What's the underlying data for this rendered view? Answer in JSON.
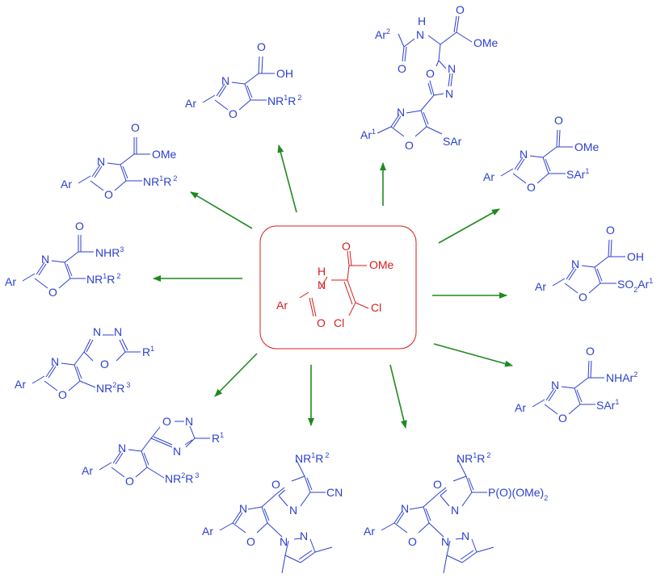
{
  "colors": {
    "product": "#2b3fd0",
    "center": "#d41c1c",
    "arrow": "#1f8a1f",
    "box": "#d41c1c"
  },
  "center": {
    "ar": "Ar",
    "n": "N",
    "h": "H",
    "o1": "O",
    "o2": "O",
    "ome": "OMe",
    "cl1": "Cl",
    "cl2": "Cl"
  },
  "p1": {
    "oh": "OH",
    "o": "O",
    "n": "N",
    "ar": "Ar",
    "o2": "O",
    "nr": "NR",
    "s1": "1",
    "r": "R",
    "s2": "2"
  },
  "p2": {
    "ome": "OMe",
    "o": "O",
    "n": "N",
    "ar": "Ar",
    "o2": "O",
    "nr": "NR",
    "s1": "1",
    "r": "R",
    "s2": "2"
  },
  "p3": {
    "nhr": "NHR",
    "s3": "3",
    "o": "O",
    "n": "N",
    "ar": "Ar",
    "o2": "O",
    "nr": "NR",
    "s1": "1",
    "r": "R",
    "s2": "2"
  },
  "p4": {
    "n1": "N",
    "n2": "N",
    "o": "O",
    "r": "R",
    "s1": "1",
    "n3": "N",
    "ar": "Ar",
    "o2": "O",
    "nr": "NR",
    "s2": "2",
    "r2": "R",
    "s3": "3"
  },
  "p5": {
    "o": "O",
    "n1": "N",
    "n2": "N",
    "r": "R",
    "s1": "1",
    "n3": "N",
    "ar": "Ar",
    "o2": "O",
    "nr": "NR",
    "s2": "2",
    "r2": "R",
    "s3": "3"
  },
  "p6": {
    "nr": "NR",
    "s1": "1",
    "r": "R",
    "s2": "2",
    "o": "O",
    "cn": "CN",
    "n": "N",
    "n2": "N",
    "ar": "Ar",
    "o2": "O",
    "n3": "N",
    "n4": "N"
  },
  "p7": {
    "nr": "NR",
    "s1": "1",
    "r": "R",
    "s2": "2",
    "o": "O",
    "p": "P(O)(OMe)",
    "s3": "2",
    "n": "N",
    "n2": "N",
    "ar": "Ar",
    "o2": "O",
    "n3": "N",
    "n4": "N"
  },
  "p8": {
    "o": "O",
    "nhar": "NHAr",
    "s2": "2",
    "n": "N",
    "ar": "Ar",
    "o2": "O",
    "sar": "SAr",
    "s1": "1"
  },
  "p9": {
    "oh": "OH",
    "o": "O",
    "n": "N",
    "ar": "Ar",
    "o2": "O",
    "so": "SO",
    "s2": "2",
    "ar2": "Ar",
    "s1": "1"
  },
  "p10": {
    "ome": "OMe",
    "o": "O",
    "n": "N",
    "ar": "Ar",
    "o2": "O",
    "sar": "SAr",
    "s1": "1"
  },
  "p11": {
    "ar": "Ar",
    "s2": "2",
    "o": "O",
    "n": "N",
    "h": "H",
    "o2": "O",
    "ome": "OMe",
    "o3": "O",
    "n2": "N",
    "n3": "N",
    "n4": "N",
    "ar1": "Ar",
    "s1": "1",
    "o4": "O",
    "sar": "SAr"
  }
}
